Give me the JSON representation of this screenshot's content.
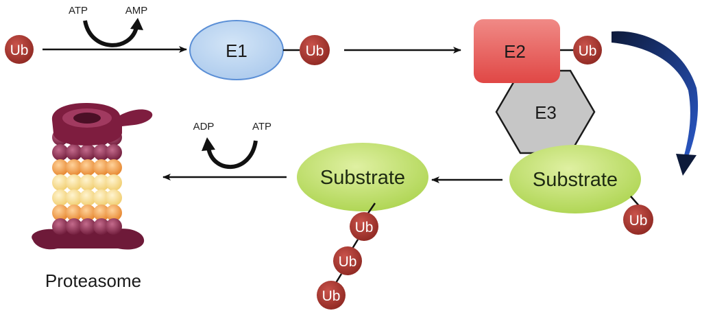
{
  "ubiquitin_label": "Ub",
  "enzymes": {
    "e1": "E1",
    "e2": "E2",
    "e3": "E3"
  },
  "energy": {
    "activation_in": "ATP",
    "activation_out": "AMP",
    "degradation_in": "ATP",
    "degradation_out": "ADP"
  },
  "substrate_label": "Substrate",
  "proteasome_label": "Proteasome",
  "colors": {
    "ubiquitin": "#a8322b",
    "e1_fill": "#b9d3ef",
    "e2_fill": "#e85352",
    "e3_fill": "#c4c4c4",
    "substrate_fill": "#bfe066",
    "proteasome_cap": "#7e1d3f",
    "proteasome_orange": "#ee9a3c",
    "proteasome_yellow": "#f6d98a",
    "transfer_arrow": "#1f3f93"
  }
}
